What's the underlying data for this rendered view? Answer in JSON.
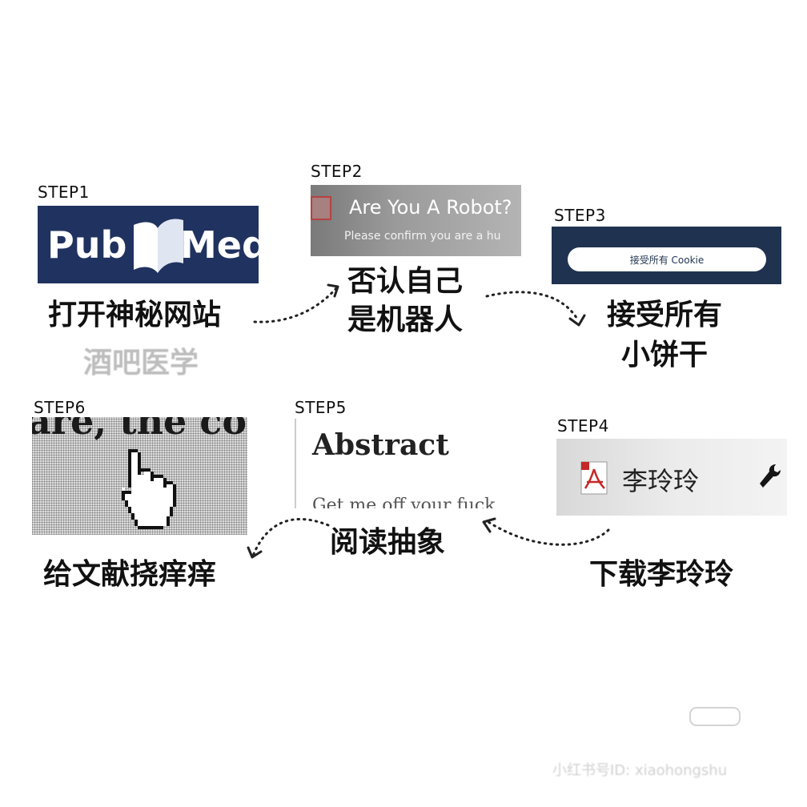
{
  "steps": [
    {
      "label": "STEP1",
      "caption_lines": [
        "打开神秘网站"
      ],
      "ghost_text": "酒吧医学"
    },
    {
      "label": "STEP2",
      "caption_lines": [
        "否认自己",
        "是机器人"
      ]
    },
    {
      "label": "STEP3",
      "caption_lines": [
        "接受所有",
        "小饼干"
      ]
    },
    {
      "label": "STEP4",
      "caption_lines": [
        "下载李玲玲"
      ]
    },
    {
      "label": "STEP5",
      "caption_lines": [
        "阅读抽象"
      ]
    },
    {
      "label": "STEP6",
      "caption_lines": [
        "给文献挠痒痒"
      ]
    }
  ],
  "panels": {
    "pubmed": {
      "word_left": "Pub",
      "word_right": "Med",
      "mark": "®"
    },
    "robot": {
      "title": "Are You A Robot?",
      "subtitle": "Please confirm you are a hu"
    },
    "cookie": {
      "button_label": "接受所有 Cookie"
    },
    "pdf": {
      "file_name": "李玲玲"
    },
    "abstract": {
      "heading": "Abstract",
      "subtext": "Get me off your fuck"
    },
    "hand": {
      "background_text": "are, the con"
    }
  },
  "watermark": {
    "text": "小红书号ID: xiaohongshu"
  },
  "colors": {
    "pubmed_bg": "#20325f",
    "cookie_bg": "#1f3350",
    "caption": "#111111"
  },
  "icons": [
    "pdf-file-icon",
    "wrench-icon",
    "pointing-hand-icon",
    "arrow-icon"
  ]
}
